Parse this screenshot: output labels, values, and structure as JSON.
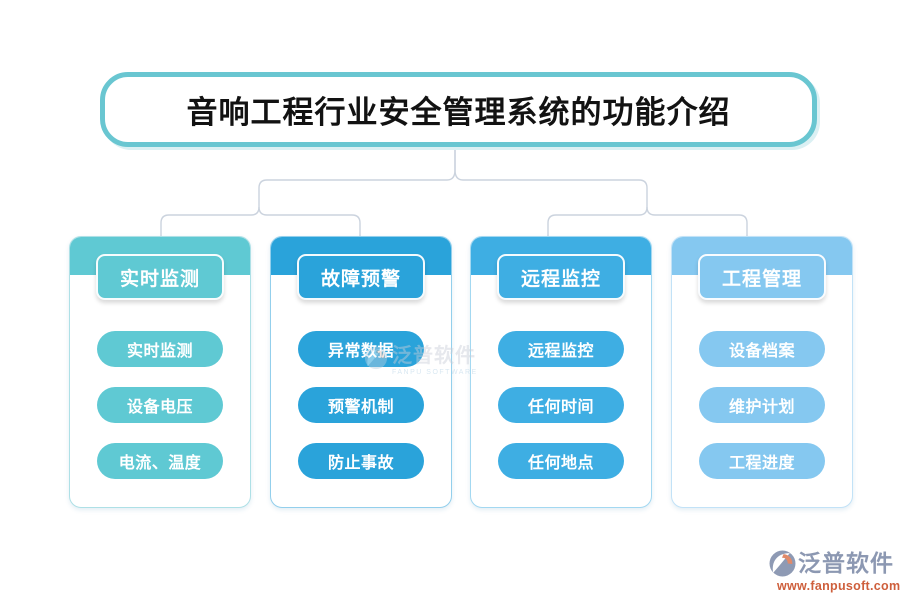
{
  "title": "音响工程行业安全管理系统的功能介绍",
  "title_border_color": "#69C6D1",
  "connector_color": "#CBD3DE",
  "columns": [
    {
      "header": "实时监测",
      "accent": "#5FC9D3",
      "soft": "#AEE0E6",
      "items": [
        "实时监测",
        "设备电压",
        "电流、温度"
      ]
    },
    {
      "header": "故障预警",
      "accent": "#2AA3DA",
      "soft": "#93CFEC",
      "items": [
        "异常数据",
        "预警机制",
        "防止事故"
      ]
    },
    {
      "header": "远程监控",
      "accent": "#3EAEE3",
      "soft": "#A3D8F1",
      "items": [
        "远程监控",
        "任何时间",
        "任何地点"
      ]
    },
    {
      "header": "工程管理",
      "accent": "#85C8F0",
      "soft": "#C2E2F7",
      "items": [
        "设备档案",
        "维护计划",
        "工程进度"
      ]
    }
  ],
  "watermark": {
    "text": "泛普软件",
    "subtext": "FANPU SOFTWARE"
  },
  "logo": {
    "name": "泛普软件",
    "url": "www.fanpusoft.com"
  }
}
